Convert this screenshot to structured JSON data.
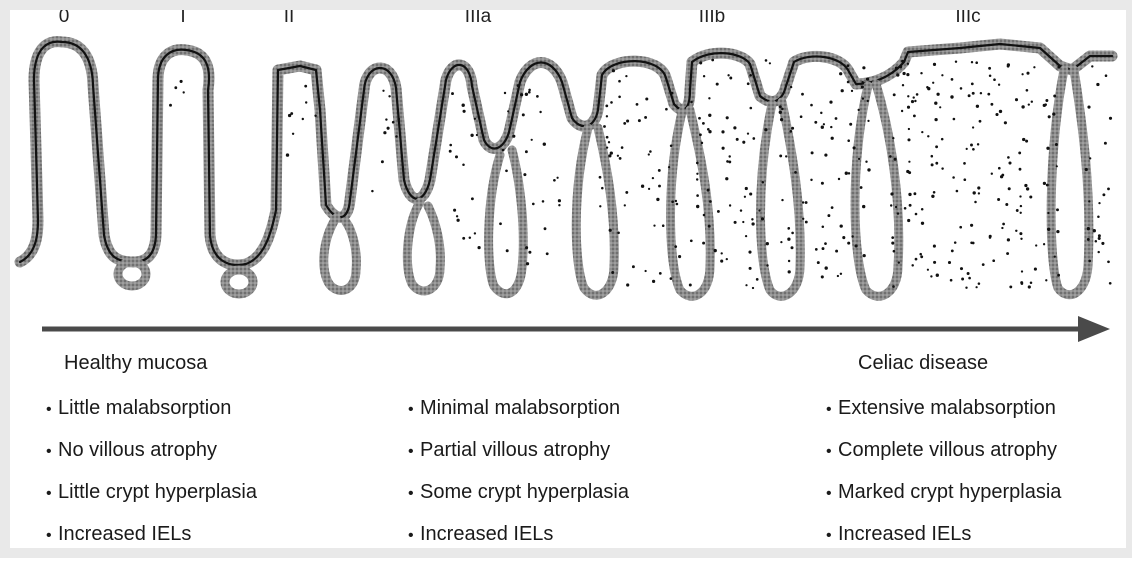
{
  "stages": [
    "0",
    "I",
    "II",
    "IIIa",
    "IIIb",
    "IIIc"
  ],
  "progression": {
    "start_label": "Healthy mucosa",
    "end_label": "Celiac disease"
  },
  "columns": [
    {
      "items": [
        "Little malabsorption",
        "No villous atrophy",
        "Little crypt hyperplasia",
        "Increased IELs"
      ]
    },
    {
      "items": [
        "Minimal malabsorption",
        "Partial villous atrophy",
        "Some crypt hyperplasia",
        "Increased IELs"
      ]
    },
    {
      "items": [
        "Extensive malabsorption",
        "Complete villous atrophy",
        "Marked crypt hyperplasia",
        "Increased IELs"
      ]
    }
  ],
  "colors": {
    "outline": "#111111",
    "epithelium": "#8c8c8c",
    "dots": "#111111",
    "arrow": "#4a4a4a",
    "frame": "#e9e9e9"
  }
}
